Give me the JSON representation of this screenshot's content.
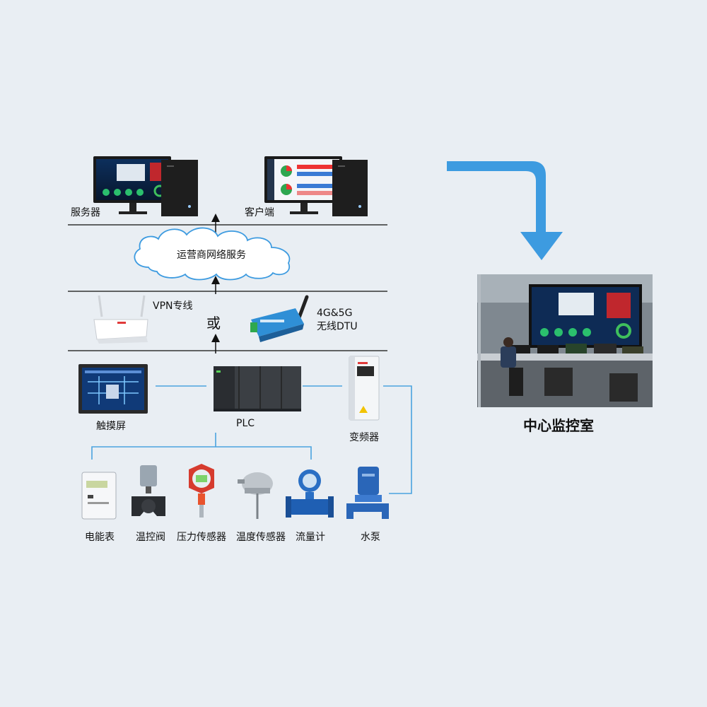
{
  "nodes": {
    "server": "服务器",
    "client": "客户端",
    "cloud": "运营商网络服务",
    "vpn": "VPN专线",
    "or": "或",
    "dtu_line1": "4G&5G",
    "dtu_line2": "无线DTU",
    "touchscreen": "触摸屏",
    "plc": "PLC",
    "vfd": "变频器",
    "energy_meter": "电能表",
    "temp_valve": "温控阀",
    "pressure_sensor": "压力传感器",
    "temp_sensor": "温度传感器",
    "flow_meter": "流量计",
    "water_pump": "水泵",
    "control_room": "中心监控室"
  },
  "colors": {
    "background": "#e9eef3",
    "accent_blue": "#3d9be0",
    "link_line": "#4aa3df",
    "bus_line": "#333333"
  },
  "icons": {
    "server": "monitor-tower-icon",
    "client": "monitor-tower-icon",
    "cloud": "cloud-icon",
    "vpn": "router-icon",
    "dtu": "dtu-modem-icon",
    "touchscreen": "hmi-panel-icon",
    "plc": "plc-rack-icon",
    "vfd": "inverter-icon",
    "energy_meter": "meter-icon",
    "temp_valve": "valve-icon",
    "pressure_sensor": "pressure-gauge-icon",
    "temp_sensor": "thermo-probe-icon",
    "flow_meter": "flowmeter-icon",
    "water_pump": "pump-icon",
    "control_room": "control-room-photo-icon",
    "flow_arrow": "bent-arrow-icon"
  }
}
